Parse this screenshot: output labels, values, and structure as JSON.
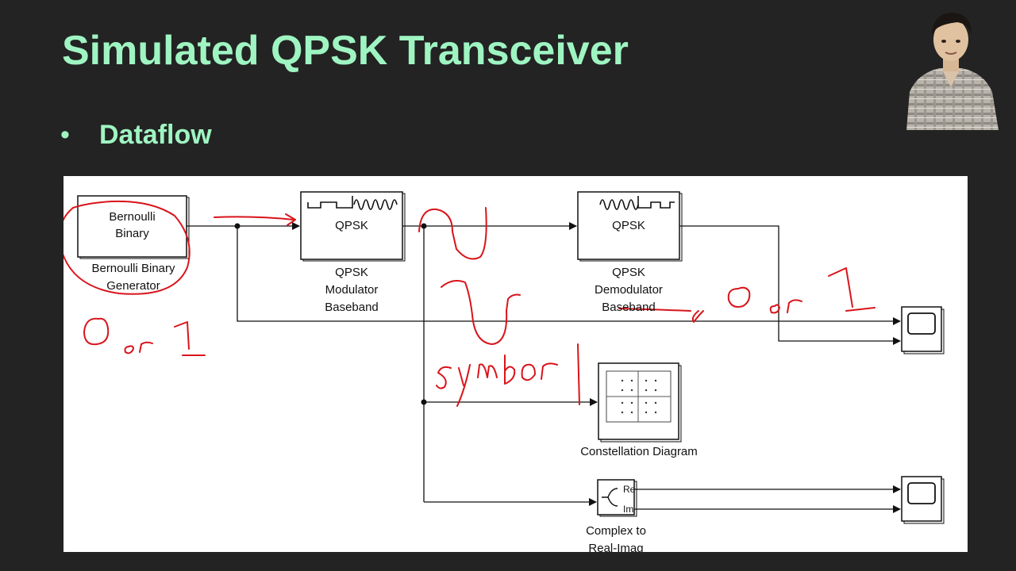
{
  "slide": {
    "title": "Simulated QPSK Transceiver",
    "bullet": "Dataflow"
  },
  "colors": {
    "background": "#232323",
    "title": "#9ff5c2",
    "panel": "#ffffff",
    "wire": "#111111",
    "ink": "#d9141b"
  },
  "diagram": {
    "bernoulli": {
      "inner_line1": "Bernoulli",
      "inner_line2": "Binary",
      "label_line1": "Bernoulli Binary",
      "label_line2": "Generator"
    },
    "modulator": {
      "inner": "QPSK",
      "label_line1": "QPSK",
      "label_line2": "Modulator",
      "label_line3": "Baseband"
    },
    "demodulator": {
      "inner": "QPSK",
      "label_line1": "QPSK",
      "label_line2": "Demodulator",
      "label_line3": "Baseband"
    },
    "constellation": {
      "label": "Constellation Diagram"
    },
    "complex_to_real_imag": {
      "port_re": "Re",
      "port_im": "Im",
      "label_line1": "Complex to",
      "label_line2": "Real-Imag"
    },
    "scope_top": {
      "icon": "scope-icon"
    },
    "scope_bottom": {
      "icon": "scope-icon"
    }
  },
  "annotations": {
    "bits_left": "0 or 1",
    "bits_right": "0 or 1",
    "symbol": "symbol"
  }
}
